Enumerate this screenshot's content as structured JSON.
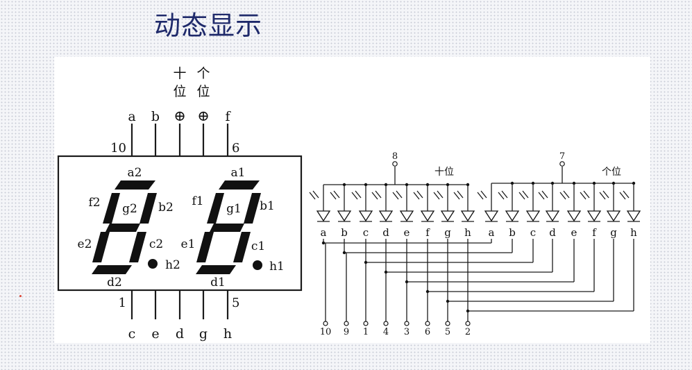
{
  "title": "动态显示",
  "left_display": {
    "top_pin_labels": [
      "a",
      "b",
      "⊕",
      "⊕",
      "f"
    ],
    "top_numbers": [
      "10",
      "6"
    ],
    "digit_common_labels": [
      [
        "十",
        "位"
      ],
      [
        "个",
        "位"
      ]
    ],
    "bottom_pin_labels": [
      "c",
      "e",
      "d",
      "g",
      "h"
    ],
    "bottom_numbers": [
      "1",
      "5"
    ],
    "digit2_segments": [
      "a2",
      "f2",
      "g2",
      "b2",
      "e2",
      "c2",
      "h2",
      "d2"
    ],
    "digit1_segments": [
      "a1",
      "f1",
      "g1",
      "b1",
      "e1",
      "c1",
      "h1",
      "d1"
    ]
  },
  "right_circuit": {
    "common_pins": [
      "8",
      "7"
    ],
    "group_labels": [
      "十位",
      "个位"
    ],
    "led_labels": [
      "a",
      "b",
      "c",
      "d",
      "e",
      "f",
      "g",
      "h",
      "a",
      "b",
      "c",
      "d",
      "e",
      "f",
      "g",
      "h"
    ],
    "output_pins": [
      "10",
      "9",
      "1",
      "4",
      "3",
      "6",
      "5",
      "2"
    ]
  }
}
